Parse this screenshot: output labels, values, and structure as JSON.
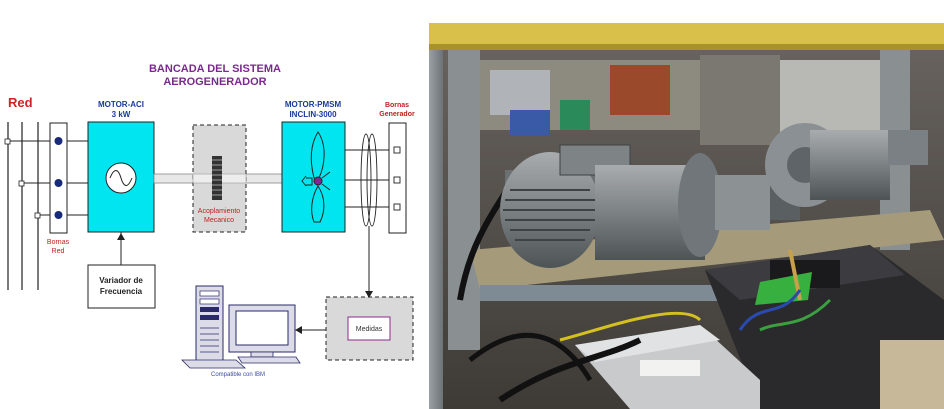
{
  "diagram": {
    "title_line1": "BANCADA DEL SISTEMA",
    "title_line2": "AEROGENERADOR",
    "red_label": "Red",
    "motor_aci_line1": "MOTOR-ACI",
    "motor_aci_line2": "3 kW",
    "motor_pmsm_line1": "MOTOR-PMSM",
    "motor_pmsm_line2": "INCLIN-3000",
    "bornas_gen_line1": "Bornas",
    "bornas_gen_line2": "Generador",
    "bornas_red_line1": "Bornas",
    "bornas_red_line2": "Red",
    "acoplamiento_line1": "Acoplamiento",
    "acoplamiento_line2": "Mecanico",
    "variador_line1": "Variador de",
    "variador_line2": "Frecuencia",
    "medidas": "Medidas",
    "computer_caption": "Compatible con IBM"
  },
  "colors": {
    "title": "#7a2a8c",
    "red_label": "#d42020",
    "blue_label": "#1a3a9a",
    "motor_fill": "#00e5ef",
    "dashed_box_fill": "#d9d9d9",
    "medidas_border": "#8a2a8a",
    "computer_fill": "#dcdce8"
  },
  "icons": {
    "ac_source": "sine-wave-symbol",
    "wind_turbine": "wind-turbine-icon",
    "gear_coupling": "gear-coupling-icon",
    "computer": "desktop-computer-icon"
  }
}
